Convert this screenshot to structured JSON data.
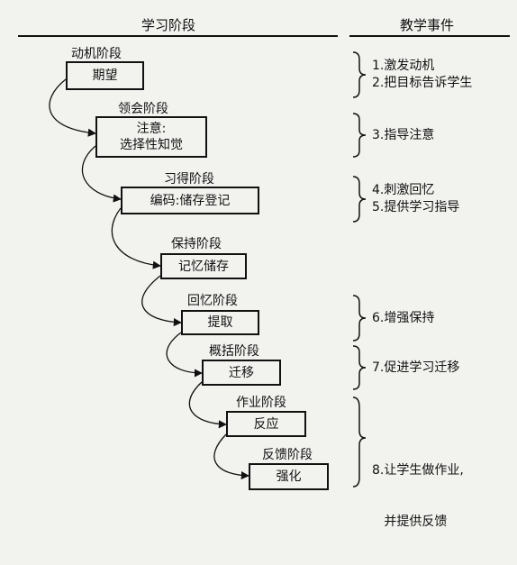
{
  "headers": {
    "stages": "学习阶段",
    "events": "教学事件"
  },
  "stages": [
    {
      "label": "动机阶段",
      "box": "期望"
    },
    {
      "label": "领会阶段",
      "box": "注意:\n选择性知觉"
    },
    {
      "label": "习得阶段",
      "box": "编码:储存登记"
    },
    {
      "label": "保持阶段",
      "box": "记忆储存"
    },
    {
      "label": "回忆阶段",
      "box": "提取"
    },
    {
      "label": "概括阶段",
      "box": "迁移"
    },
    {
      "label": "作业阶段",
      "box": "反应"
    },
    {
      "label": "反馈阶段",
      "box": "强化"
    }
  ],
  "events": [
    {
      "lines": [
        "1.激发动机",
        "2.把目标告诉学生"
      ]
    },
    {
      "lines": [
        "3.指导注意"
      ]
    },
    {
      "lines": [
        "4.刺激回忆",
        "5.提供学习指导"
      ]
    },
    {
      "lines": [
        "6.增强保持"
      ]
    },
    {
      "lines": [
        "7.促进学习迁移"
      ]
    },
    {
      "lines": [
        "8.让学生做作业,",
        "   并提供反馈"
      ]
    }
  ]
}
